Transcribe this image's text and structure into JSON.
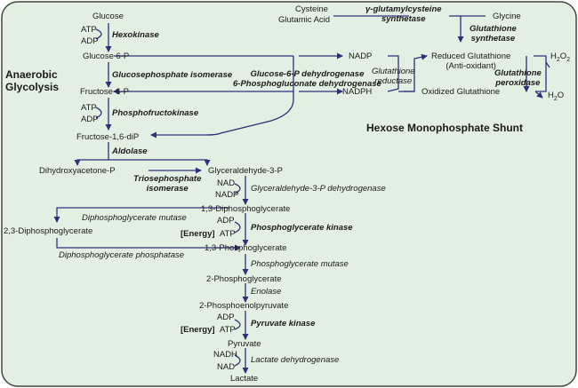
{
  "colors": {
    "panel": "#e4efe3",
    "border": "#3e4a3d",
    "arrow": "#2f2f7c",
    "text": "#1a1a1a"
  },
  "titles": {
    "anaerobic": "Anaerobic\nGlycolysis",
    "shunt": "Hexose Monophosphate Shunt"
  },
  "glycolysis": {
    "glucose": "Glucose",
    "atp1": "ATP",
    "adp1": "ADP",
    "hexokinase": "Hexokinase",
    "glucose6p": "Glucose 6-P",
    "gpi": "Glucosephosphate isomerase",
    "fructose6p": "Fructose-6-P",
    "atp2": "ATP",
    "adp2": "ADP",
    "pfk": "Phosphofructokinase",
    "fbp": "Fructose-1,6-diP",
    "aldolase": "Aldolase",
    "dhap": "Dihydroxyacetone-P",
    "tpi": "Triosephosphate\nisomerase",
    "g3p": "Glyceraldehyde-3-P",
    "nad1": "NAD",
    "nadh1": "NADP",
    "gapdh": "Glyceraldehyde-3-P dehydrogenase",
    "bpg13": "1,3-Diphosphoglycerate",
    "adp3": "ADP",
    "energy1": "[Energy]",
    "atp3": "ATP",
    "pgk": "Phosphoglycerate kinase",
    "pg3": "1,3-Phosphoglycerate",
    "pgm": "Phosphoglycerate mutase",
    "pg2": "2-Phosphoglycerate",
    "enolase": "Enolase",
    "pep": "2-Phosphoenolpyruvate",
    "adp4": "ADP",
    "energy2": "[Energy]",
    "atp4": "ATP",
    "pk": "Pyruvate kinase",
    "pyruvate": "Pyruvate",
    "nadh2": "NADH",
    "nad2": "NAD",
    "ldh": "Lactate dehydrogenase",
    "lactate": "Lactate",
    "bpg23": "2,3-Diphosphoglycerate",
    "bpgm": "Diphosphoglycerate mutase",
    "bpgp": "Diphosphoglycerate phosphatase"
  },
  "shunt": {
    "cysteine": "Cysteine",
    "glutamic": "Glutamic Acid",
    "gcs": "γ-glutamylcysteine\nsynthetase",
    "glycine": "Glycine",
    "gs": "Glutathione\nsynthetase",
    "reduced_gsh": "Reduced Glutathione\n(Anti-oxidant)",
    "nadp": "NADP",
    "nadph": "NADPH",
    "g6pd": "Glucose-6-P dehydrogenase\n6-Phosphogluconate dehydrogenase",
    "gr": "Glutathione\nreductase",
    "oxidized_gsh": "Oxidized Glutathione",
    "gpx": "Glutathione\nperoxidase",
    "h2o2_base": "H",
    "h2o2_sub": "2",
    "h2o2_o": "O",
    "h2o2_sub2": "2",
    "h2o_base": "H",
    "h2o_sub": "2",
    "h2o_o": "O"
  }
}
